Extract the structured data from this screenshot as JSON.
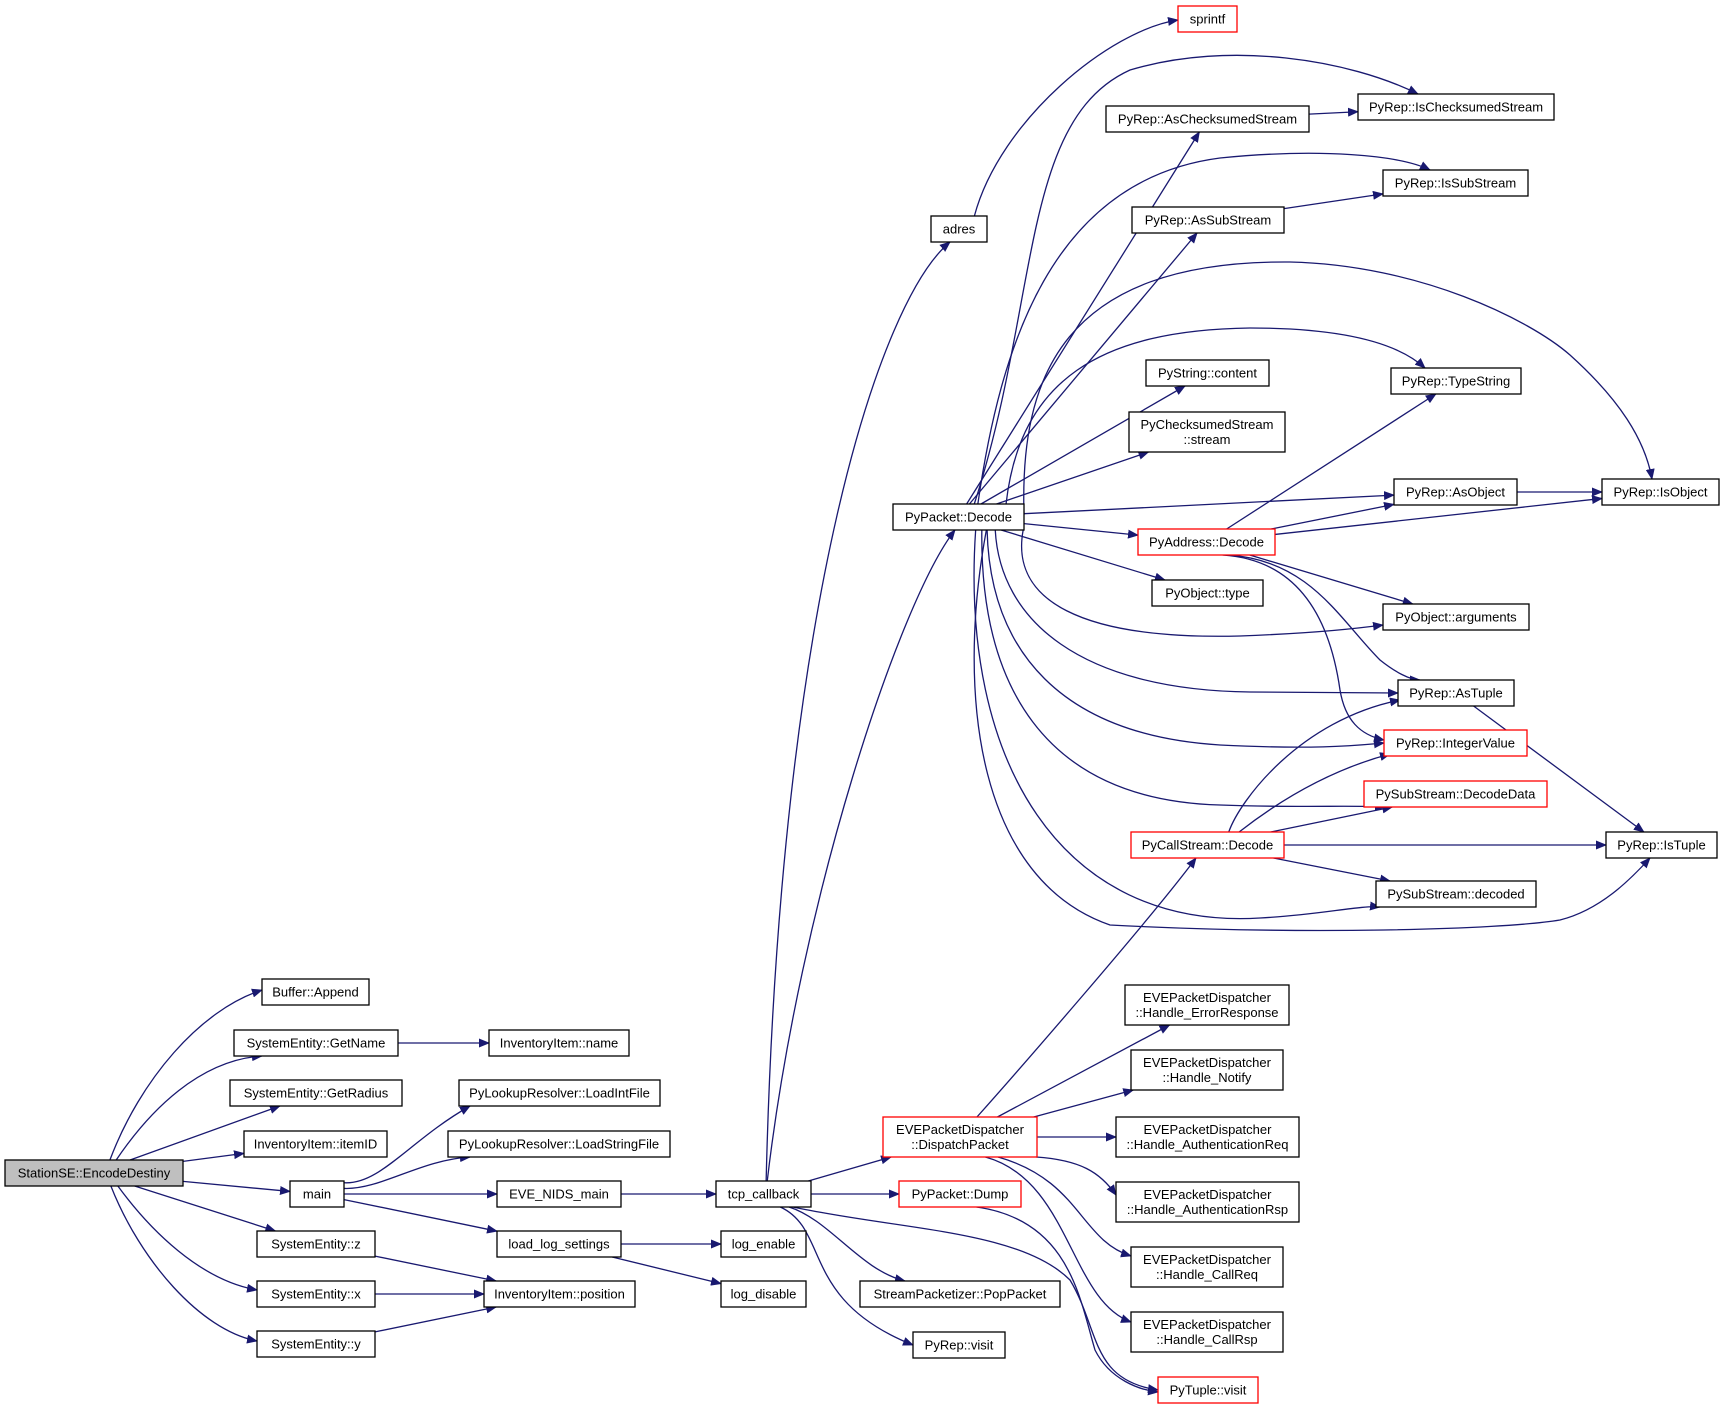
{
  "graph": {
    "edge_color": "#191970",
    "border_colors": {
      "normal": "#000000",
      "truncated": "#ff0000",
      "root_fill": "#bfbfbf"
    },
    "nodes": {
      "encode_destiny": {
        "lines": [
          "StationSE::EncodeDestiny"
        ],
        "style": "root"
      },
      "buffer_append": {
        "lines": [
          "Buffer::Append"
        ],
        "style": "normal"
      },
      "sysent_getname": {
        "lines": [
          "SystemEntity::GetName"
        ],
        "style": "normal"
      },
      "invitem_name": {
        "lines": [
          "InventoryItem::name"
        ],
        "style": "normal"
      },
      "sysent_getradius": {
        "lines": [
          "SystemEntity::GetRadius"
        ],
        "style": "normal"
      },
      "invitem_itemid": {
        "lines": [
          "InventoryItem::itemID"
        ],
        "style": "normal"
      },
      "main": {
        "lines": [
          "main"
        ],
        "style": "normal"
      },
      "sysent_z": {
        "lines": [
          "SystemEntity::z"
        ],
        "style": "normal"
      },
      "sysent_x": {
        "lines": [
          "SystemEntity::x"
        ],
        "style": "normal"
      },
      "sysent_y": {
        "lines": [
          "SystemEntity::y"
        ],
        "style": "normal"
      },
      "invitem_position": {
        "lines": [
          "InventoryItem::position"
        ],
        "style": "normal"
      },
      "lookup_loadintfile": {
        "lines": [
          "PyLookupResolver::LoadIntFile"
        ],
        "style": "normal"
      },
      "lookup_loadstringfile": {
        "lines": [
          "PyLookupResolver::LoadStringFile"
        ],
        "style": "normal"
      },
      "eve_nids_main": {
        "lines": [
          "EVE_NIDS_main"
        ],
        "style": "normal"
      },
      "load_log_settings": {
        "lines": [
          "load_log_settings"
        ],
        "style": "normal"
      },
      "tcp_callback": {
        "lines": [
          "tcp_callback"
        ],
        "style": "normal"
      },
      "log_enable": {
        "lines": [
          "log_enable"
        ],
        "style": "normal"
      },
      "log_disable": {
        "lines": [
          "log_disable"
        ],
        "style": "normal"
      },
      "adres": {
        "lines": [
          "adres"
        ],
        "style": "normal"
      },
      "sprintf": {
        "lines": [
          "sprintf"
        ],
        "style": "red"
      },
      "pypacket_decode": {
        "lines": [
          "PyPacket::Decode"
        ],
        "style": "normal"
      },
      "dispatch_packet": {
        "lines": [
          "EVEPacketDispatcher",
          "::DispatchPacket"
        ],
        "style": "red"
      },
      "pypacket_dump": {
        "lines": [
          "PyPacket::Dump"
        ],
        "style": "red"
      },
      "poppacket": {
        "lines": [
          "StreamPacketizer::PopPacket"
        ],
        "style": "normal"
      },
      "pyrep_visit": {
        "lines": [
          "PyRep::visit"
        ],
        "style": "normal"
      },
      "pytuple_visit": {
        "lines": [
          "PyTuple::visit"
        ],
        "style": "red"
      },
      "as_checksumed_stream": {
        "lines": [
          "PyRep::AsChecksumedStream"
        ],
        "style": "normal"
      },
      "is_checksumed_stream": {
        "lines": [
          "PyRep::IsChecksumedStream"
        ],
        "style": "normal"
      },
      "as_sub_stream": {
        "lines": [
          "PyRep::AsSubStream"
        ],
        "style": "normal"
      },
      "is_sub_stream": {
        "lines": [
          "PyRep::IsSubStream"
        ],
        "style": "normal"
      },
      "pystring_content": {
        "lines": [
          "PyString::content"
        ],
        "style": "normal"
      },
      "type_string": {
        "lines": [
          "PyRep::TypeString"
        ],
        "style": "normal"
      },
      "checksumed_stream": {
        "lines": [
          "PyChecksumedStream",
          "::stream"
        ],
        "style": "normal"
      },
      "as_object": {
        "lines": [
          "PyRep::AsObject"
        ],
        "style": "normal"
      },
      "is_object": {
        "lines": [
          "PyRep::IsObject"
        ],
        "style": "normal"
      },
      "pyaddress_decode": {
        "lines": [
          "PyAddress::Decode"
        ],
        "style": "red"
      },
      "pyobject_type": {
        "lines": [
          "PyObject::type"
        ],
        "style": "normal"
      },
      "pyobject_arguments": {
        "lines": [
          "PyObject::arguments"
        ],
        "style": "normal"
      },
      "as_tuple": {
        "lines": [
          "PyRep::AsTuple"
        ],
        "style": "normal"
      },
      "integer_value": {
        "lines": [
          "PyRep::IntegerValue"
        ],
        "style": "red"
      },
      "substream_decodedata": {
        "lines": [
          "PySubStream::DecodeData"
        ],
        "style": "red"
      },
      "callstream_decode": {
        "lines": [
          "PyCallStream::Decode"
        ],
        "style": "red"
      },
      "is_tuple": {
        "lines": [
          "PyRep::IsTuple"
        ],
        "style": "normal"
      },
      "substream_decoded": {
        "lines": [
          "PySubStream::decoded"
        ],
        "style": "normal"
      },
      "handle_errorresponse": {
        "lines": [
          "EVEPacketDispatcher",
          "::Handle_ErrorResponse"
        ],
        "style": "normal"
      },
      "handle_notify": {
        "lines": [
          "EVEPacketDispatcher",
          "::Handle_Notify"
        ],
        "style": "normal"
      },
      "handle_authreq": {
        "lines": [
          "EVEPacketDispatcher",
          "::Handle_AuthenticationReq"
        ],
        "style": "normal"
      },
      "handle_authrsp": {
        "lines": [
          "EVEPacketDispatcher",
          "::Handle_AuthenticationRsp"
        ],
        "style": "normal"
      },
      "handle_callreq": {
        "lines": [
          "EVEPacketDispatcher",
          "::Handle_CallReq"
        ],
        "style": "normal"
      },
      "handle_callrsp": {
        "lines": [
          "EVEPacketDispatcher",
          "::Handle_CallRsp"
        ],
        "style": "normal"
      }
    },
    "edges": [
      [
        "encode_destiny",
        "buffer_append"
      ],
      [
        "encode_destiny",
        "sysent_getname"
      ],
      [
        "encode_destiny",
        "sysent_getradius"
      ],
      [
        "encode_destiny",
        "invitem_itemid"
      ],
      [
        "encode_destiny",
        "main"
      ],
      [
        "encode_destiny",
        "sysent_z"
      ],
      [
        "encode_destiny",
        "sysent_x"
      ],
      [
        "encode_destiny",
        "sysent_y"
      ],
      [
        "sysent_getname",
        "invitem_name"
      ],
      [
        "sysent_z",
        "invitem_position"
      ],
      [
        "sysent_x",
        "invitem_position"
      ],
      [
        "sysent_y",
        "invitem_position"
      ],
      [
        "main",
        "lookup_loadintfile"
      ],
      [
        "main",
        "lookup_loadstringfile"
      ],
      [
        "main",
        "eve_nids_main"
      ],
      [
        "main",
        "load_log_settings"
      ],
      [
        "eve_nids_main",
        "tcp_callback"
      ],
      [
        "load_log_settings",
        "log_enable"
      ],
      [
        "load_log_settings",
        "log_disable"
      ],
      [
        "tcp_callback",
        "adres"
      ],
      [
        "tcp_callback",
        "pypacket_decode"
      ],
      [
        "tcp_callback",
        "dispatch_packet"
      ],
      [
        "tcp_callback",
        "pypacket_dump"
      ],
      [
        "tcp_callback",
        "poppacket"
      ],
      [
        "tcp_callback",
        "pyrep_visit"
      ],
      [
        "tcp_callback",
        "pytuple_visit"
      ],
      [
        "adres",
        "sprintf"
      ],
      [
        "pypacket_decode",
        "as_checksumed_stream"
      ],
      [
        "pypacket_decode",
        "is_checksumed_stream"
      ],
      [
        "pypacket_decode",
        "as_sub_stream"
      ],
      [
        "pypacket_decode",
        "is_sub_stream"
      ],
      [
        "pypacket_decode",
        "is_object"
      ],
      [
        "pypacket_decode",
        "type_string"
      ],
      [
        "pypacket_decode",
        "pystring_content"
      ],
      [
        "pypacket_decode",
        "checksumed_stream"
      ],
      [
        "pypacket_decode",
        "as_object"
      ],
      [
        "pypacket_decode",
        "pyaddress_decode"
      ],
      [
        "pypacket_decode",
        "pyobject_type"
      ],
      [
        "pypacket_decode",
        "pyobject_arguments"
      ],
      [
        "pypacket_decode",
        "as_tuple"
      ],
      [
        "pypacket_decode",
        "integer_value"
      ],
      [
        "pypacket_decode",
        "substream_decodedata"
      ],
      [
        "pypacket_decode",
        "substream_decoded"
      ],
      [
        "pypacket_decode",
        "is_tuple"
      ],
      [
        "as_checksumed_stream",
        "is_checksumed_stream"
      ],
      [
        "as_sub_stream",
        "is_sub_stream"
      ],
      [
        "as_object",
        "is_object"
      ],
      [
        "pyaddress_decode",
        "type_string"
      ],
      [
        "pyaddress_decode",
        "as_object"
      ],
      [
        "pyaddress_decode",
        "is_object"
      ],
      [
        "pyaddress_decode",
        "pyobject_arguments"
      ],
      [
        "pyaddress_decode",
        "as_tuple"
      ],
      [
        "pyaddress_decode",
        "integer_value"
      ],
      [
        "as_tuple",
        "is_tuple"
      ],
      [
        "callstream_decode",
        "as_tuple"
      ],
      [
        "callstream_decode",
        "integer_value"
      ],
      [
        "callstream_decode",
        "substream_decodedata"
      ],
      [
        "callstream_decode",
        "is_tuple"
      ],
      [
        "callstream_decode",
        "substream_decoded"
      ],
      [
        "dispatch_packet",
        "callstream_decode"
      ],
      [
        "dispatch_packet",
        "handle_errorresponse"
      ],
      [
        "dispatch_packet",
        "handle_notify"
      ],
      [
        "dispatch_packet",
        "handle_authreq"
      ],
      [
        "dispatch_packet",
        "handle_authrsp"
      ],
      [
        "dispatch_packet",
        "handle_callreq"
      ],
      [
        "dispatch_packet",
        "handle_callrsp"
      ],
      [
        "pypacket_dump",
        "pytuple_visit"
      ]
    ]
  }
}
